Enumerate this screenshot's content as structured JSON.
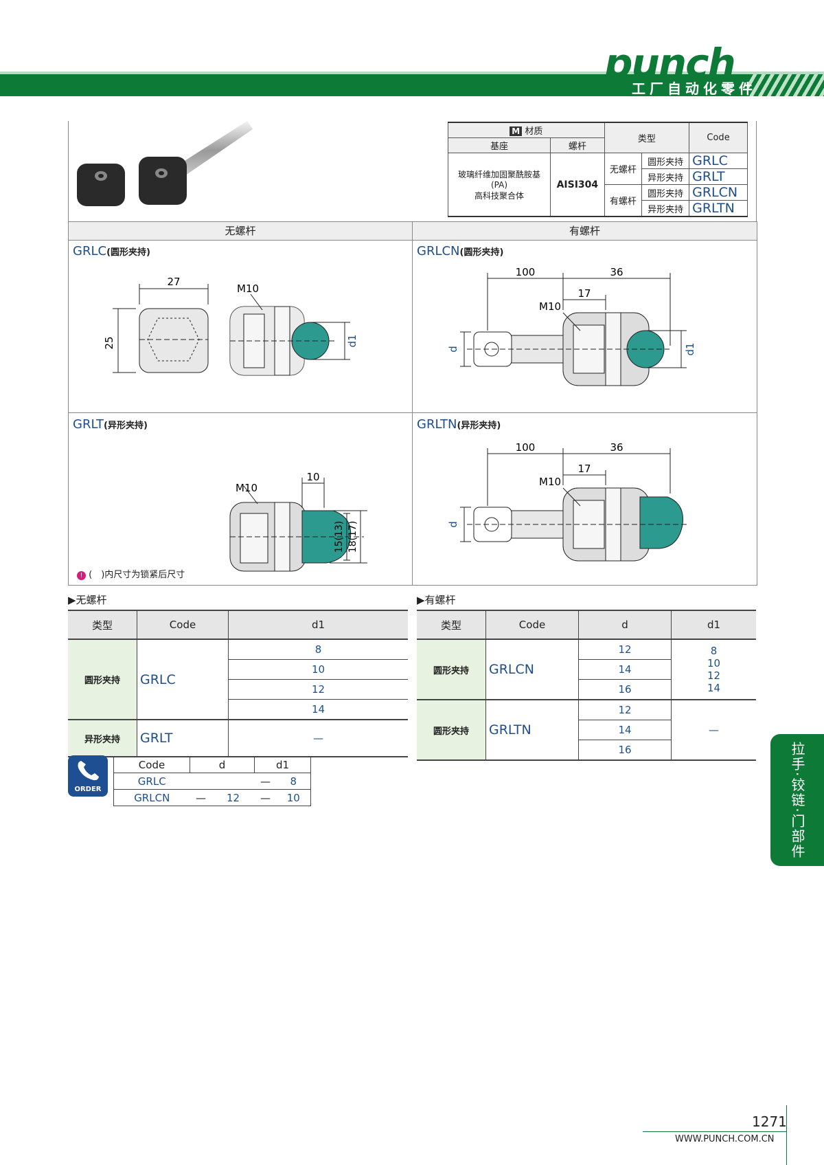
{
  "header": {
    "logo": "punch",
    "tagline": "工厂自动化零件"
  },
  "material_table": {
    "material_label": "材质",
    "material_icon": "M",
    "col_base": "基座",
    "col_screw": "螺杆",
    "col_type": "类型",
    "col_code": "Code",
    "base_material": "玻璃纤维加固聚酰胺基(PA)\n高科技聚合体",
    "screw_material": "AISI304",
    "group_without": "无螺杆",
    "group_with": "有螺杆",
    "rows": [
      {
        "type": "圆形夹持",
        "code": "GRLC"
      },
      {
        "type": "异形夹持",
        "code": "GRLT"
      },
      {
        "type": "圆形夹持",
        "code": "GRLCN"
      },
      {
        "type": "异形夹持",
        "code": "GRLTN"
      }
    ]
  },
  "panels": {
    "left_head": "无螺杆",
    "right_head": "有螺杆",
    "grlc": {
      "code": "GRLC",
      "sub": "(圆形夹持)",
      "dim_w": "27",
      "dim_h": "25",
      "thread": "M10",
      "d1": "d1"
    },
    "grlcn": {
      "code": "GRLCN",
      "sub": "(圆形夹持)",
      "dim_a": "100",
      "dim_b": "36",
      "dim_c": "17",
      "thread": "M10",
      "d": "d",
      "d1": "d1"
    },
    "grlt": {
      "code": "GRLT",
      "sub": "(异形夹持)",
      "dim_w": "10",
      "thread": "M10",
      "dim_h1": "15(13)",
      "dim_h2": "18(17)",
      "note": "(　)内尺寸为锁紧后尺寸"
    },
    "grltn": {
      "code": "GRLTN",
      "sub": "(异形夹持)",
      "dim_a": "100",
      "dim_b": "36",
      "dim_c": "17",
      "thread": "M10",
      "d": "d"
    }
  },
  "table_without": {
    "title": "无螺杆",
    "headers": [
      "类型",
      "Code",
      "d1"
    ],
    "grlc": {
      "type": "圆形夹持",
      "code": "GRLC",
      "d1": [
        "8",
        "10",
        "12",
        "14"
      ]
    },
    "grlt": {
      "type": "异形夹持",
      "code": "GRLT",
      "d1": "—"
    }
  },
  "table_with": {
    "title": "有螺杆",
    "headers": [
      "类型",
      "Code",
      "d",
      "d1"
    ],
    "grlcn": {
      "type": "圆形夹持",
      "code": "GRLCN",
      "d": [
        "12",
        "14",
        "16"
      ],
      "d1": [
        "8",
        "10",
        "12",
        "14"
      ]
    },
    "grltn": {
      "type": "圆形夹持",
      "code": "GRLTN",
      "d": [
        "12",
        "14",
        "16"
      ],
      "d1": "—"
    }
  },
  "order": {
    "badge": "ORDER",
    "headers": [
      "Code",
      "d",
      "d1"
    ],
    "rows": [
      [
        "GRLC",
        "",
        "—",
        "8"
      ],
      [
        "GRLCN",
        "—",
        "12",
        "—",
        "10"
      ]
    ]
  },
  "side_tab": "拉手·铰链·门部件",
  "footer": {
    "page": "1271",
    "url": "WWW.PUNCH.COM.CN"
  }
}
